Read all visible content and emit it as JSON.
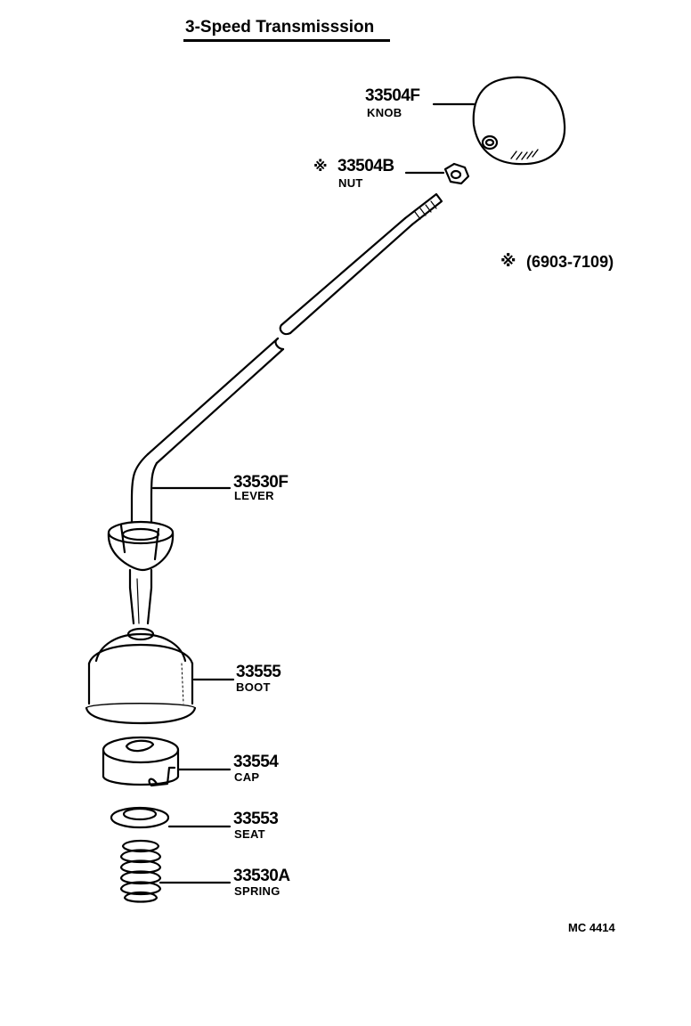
{
  "diagram": {
    "title": "3-Speed Transmisssion",
    "figure_code": "MC 4414",
    "footnote": {
      "symbol": "※",
      "range": "(6903-7109)"
    },
    "parts": [
      {
        "part_number": "33504F",
        "name": "KNOB",
        "marked": false
      },
      {
        "part_number": "33504B",
        "name": "NUT",
        "marked": true,
        "mark_symbol": "※"
      },
      {
        "part_number": "33530F",
        "name": "LEVER",
        "marked": false
      },
      {
        "part_number": "33555",
        "name": "BOOT",
        "marked": false
      },
      {
        "part_number": "33554",
        "name": "CAP",
        "marked": false
      },
      {
        "part_number": "33553",
        "name": "SEAT",
        "marked": false
      },
      {
        "part_number": "33530A",
        "name": "SPRING",
        "marked": false
      }
    ]
  }
}
